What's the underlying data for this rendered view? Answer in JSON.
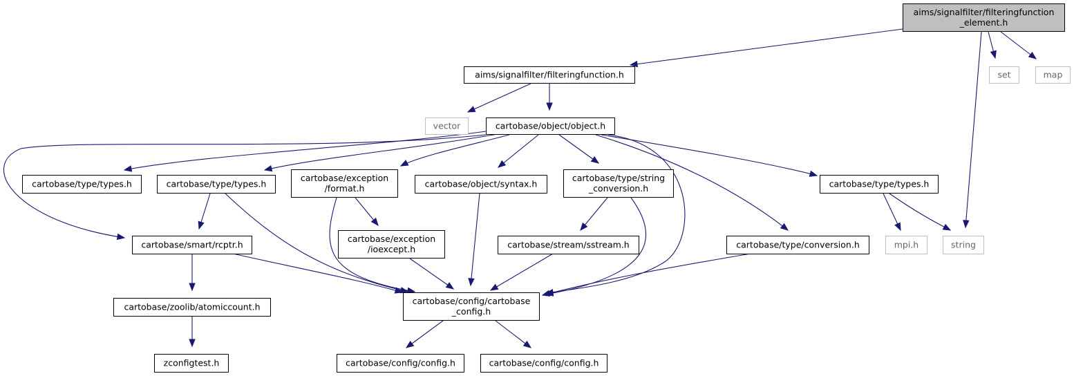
{
  "graph": {
    "colors": {
      "edge": "#191970",
      "root_fill": "#bfbfbf",
      "external_border": "#bfbfbf",
      "node_border": "#000000"
    },
    "nodes": [
      {
        "id": "root",
        "lines": [
          "aims/signalfilter/filteringfunction",
          "_element.h"
        ],
        "kind": "root"
      },
      {
        "id": "ff",
        "lines": [
          "aims/signalfilter/filteringfunction.h"
        ],
        "kind": "normal"
      },
      {
        "id": "set",
        "lines": [
          "set"
        ],
        "kind": "external"
      },
      {
        "id": "map",
        "lines": [
          "map"
        ],
        "kind": "external"
      },
      {
        "id": "vector",
        "lines": [
          "vector"
        ],
        "kind": "external"
      },
      {
        "id": "object",
        "lines": [
          "cartobase/object/object.h"
        ],
        "kind": "normal"
      },
      {
        "id": "types1",
        "lines": [
          "cartobase/type/types.h"
        ],
        "kind": "normal"
      },
      {
        "id": "types2",
        "lines": [
          "cartobase/type/types.h"
        ],
        "kind": "normal"
      },
      {
        "id": "format",
        "lines": [
          "cartobase/exception",
          "/format.h"
        ],
        "kind": "normal"
      },
      {
        "id": "syntax",
        "lines": [
          "cartobase/object/syntax.h"
        ],
        "kind": "normal"
      },
      {
        "id": "strconv",
        "lines": [
          "cartobase/type/string",
          "_conversion.h"
        ],
        "kind": "normal"
      },
      {
        "id": "types3",
        "lines": [
          "cartobase/type/types.h"
        ],
        "kind": "normal"
      },
      {
        "id": "rcptr",
        "lines": [
          "cartobase/smart/rcptr.h"
        ],
        "kind": "normal"
      },
      {
        "id": "ioexcept",
        "lines": [
          "cartobase/exception",
          "/ioexcept.h"
        ],
        "kind": "normal"
      },
      {
        "id": "sstream",
        "lines": [
          "cartobase/stream/sstream.h"
        ],
        "kind": "normal"
      },
      {
        "id": "conversion",
        "lines": [
          "cartobase/type/conversion.h"
        ],
        "kind": "normal"
      },
      {
        "id": "mpi",
        "lines": [
          "mpi.h"
        ],
        "kind": "external"
      },
      {
        "id": "string",
        "lines": [
          "string"
        ],
        "kind": "external"
      },
      {
        "id": "atomic",
        "lines": [
          "cartobase/zoolib/atomiccount.h"
        ],
        "kind": "normal"
      },
      {
        "id": "cbconfig",
        "lines": [
          "cartobase/config/cartobase",
          "_config.h"
        ],
        "kind": "normal"
      },
      {
        "id": "zconfig",
        "lines": [
          "zconfigtest.h"
        ],
        "kind": "normal"
      },
      {
        "id": "config1",
        "lines": [
          "cartobase/config/config.h"
        ],
        "kind": "normal"
      },
      {
        "id": "config2",
        "lines": [
          "cartobase/config/config.h"
        ],
        "kind": "normal"
      }
    ],
    "edges": [
      {
        "from": "root",
        "to": "ff"
      },
      {
        "from": "root",
        "to": "set"
      },
      {
        "from": "root",
        "to": "map"
      },
      {
        "from": "root",
        "to": "string"
      },
      {
        "from": "ff",
        "to": "vector"
      },
      {
        "from": "ff",
        "to": "object"
      },
      {
        "from": "object",
        "to": "types1"
      },
      {
        "from": "object",
        "to": "types2"
      },
      {
        "from": "object",
        "to": "format"
      },
      {
        "from": "object",
        "to": "syntax"
      },
      {
        "from": "object",
        "to": "strconv"
      },
      {
        "from": "object",
        "to": "conversion"
      },
      {
        "from": "object",
        "to": "types3"
      },
      {
        "from": "object",
        "to": "rcptr"
      },
      {
        "from": "object",
        "to": "cbconfig"
      },
      {
        "from": "types2",
        "to": "rcptr"
      },
      {
        "from": "types2",
        "to": "cbconfig"
      },
      {
        "from": "format",
        "to": "ioexcept"
      },
      {
        "from": "format",
        "to": "cbconfig"
      },
      {
        "from": "syntax",
        "to": "cbconfig"
      },
      {
        "from": "strconv",
        "to": "sstream"
      },
      {
        "from": "strconv",
        "to": "cbconfig"
      },
      {
        "from": "types3",
        "to": "mpi"
      },
      {
        "from": "types3",
        "to": "string"
      },
      {
        "from": "rcptr",
        "to": "atomic"
      },
      {
        "from": "rcptr",
        "to": "cbconfig"
      },
      {
        "from": "ioexcept",
        "to": "cbconfig"
      },
      {
        "from": "sstream",
        "to": "cbconfig"
      },
      {
        "from": "conversion",
        "to": "cbconfig"
      },
      {
        "from": "atomic",
        "to": "zconfig"
      },
      {
        "from": "cbconfig",
        "to": "config1"
      },
      {
        "from": "cbconfig",
        "to": "config2"
      }
    ]
  }
}
